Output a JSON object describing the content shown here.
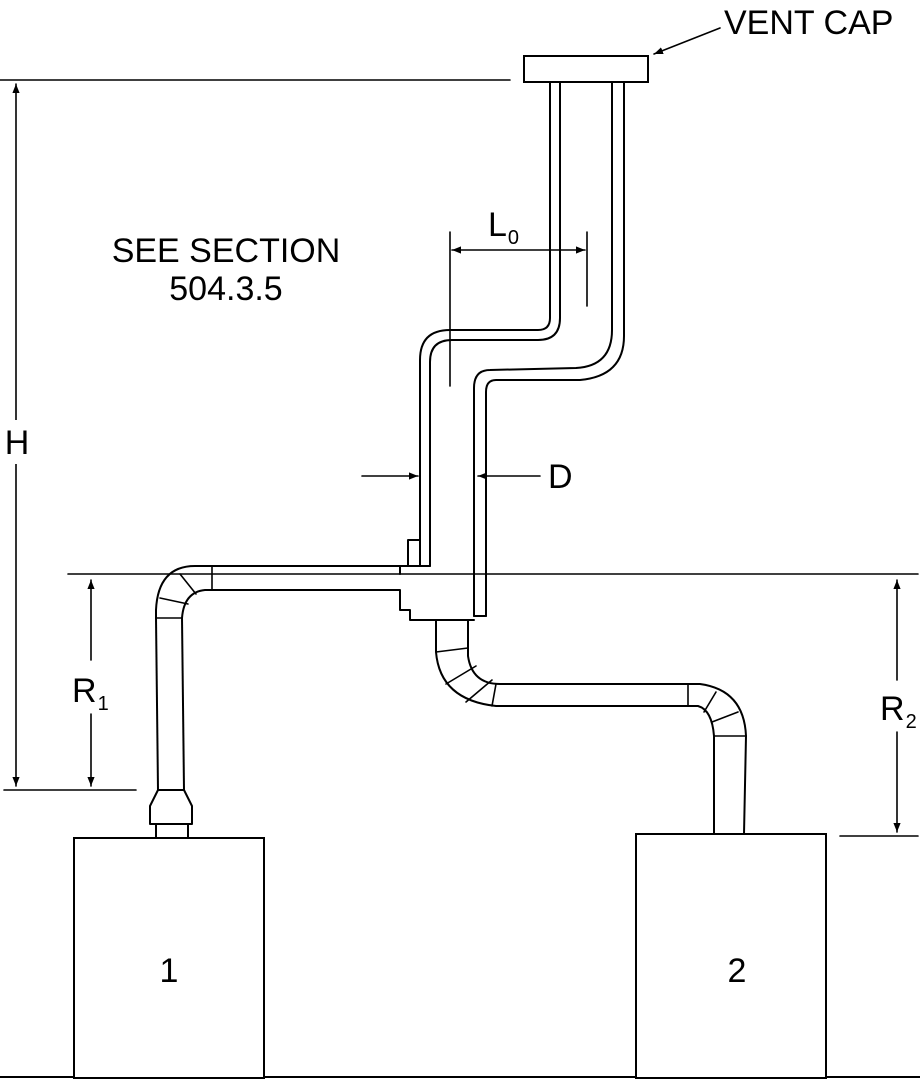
{
  "labels": {
    "vent_cap": "VENT CAP",
    "section_line1": "SEE SECTION",
    "section_line2": "504.3.5",
    "offset_length": "L",
    "offset_length_sub": "0",
    "diameter": "D",
    "height": "H",
    "rise1": "R",
    "rise1_sub": "1",
    "rise2": "R",
    "rise2_sub": "2",
    "appliance1": "1",
    "appliance2": "2"
  }
}
